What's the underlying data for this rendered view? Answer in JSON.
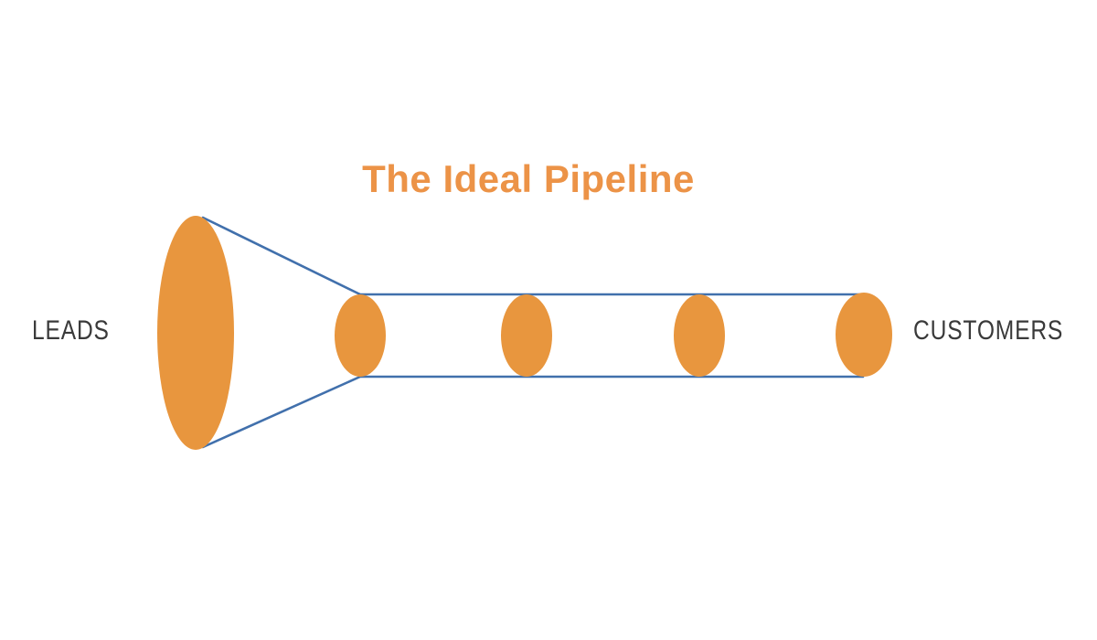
{
  "diagram": {
    "type": "pipeline-funnel",
    "title": "The Ideal Pipeline",
    "left_label": "LEADS",
    "right_label": "CUSTOMERS",
    "funnel_mouth_count": 1,
    "pipeline_stage_count": 4
  },
  "colors": {
    "background": "#ffffff",
    "title_orange": "#EC9347",
    "shape_orange": "#E8963E",
    "line_blue": "#4170AC",
    "label_gray": "#3A3A3A"
  }
}
